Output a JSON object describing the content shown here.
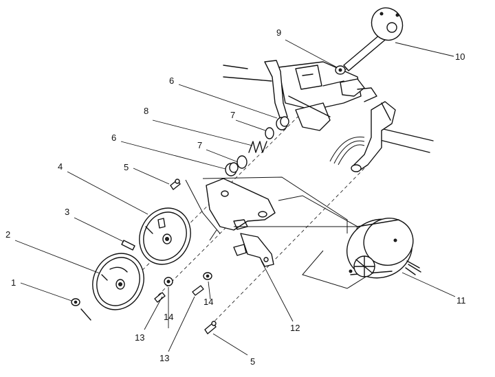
{
  "callouts": [
    {
      "id": "c1",
      "text": "1"
    },
    {
      "id": "c2",
      "text": "2"
    },
    {
      "id": "c3",
      "text": "3"
    },
    {
      "id": "c4",
      "text": "4"
    },
    {
      "id": "c5a",
      "text": "5"
    },
    {
      "id": "c5b",
      "text": "5"
    },
    {
      "id": "c6a",
      "text": "6"
    },
    {
      "id": "c6b",
      "text": "6"
    },
    {
      "id": "c7a",
      "text": "7"
    },
    {
      "id": "c7b",
      "text": "7"
    },
    {
      "id": "c8",
      "text": "8"
    },
    {
      "id": "c9",
      "text": "9"
    },
    {
      "id": "c10",
      "text": "10"
    },
    {
      "id": "c11",
      "text": "11"
    },
    {
      "id": "c12",
      "text": "12"
    },
    {
      "id": "c13a",
      "text": "13"
    },
    {
      "id": "c13b",
      "text": "13"
    },
    {
      "id": "c14a",
      "text": "14"
    },
    {
      "id": "c14b",
      "text": "14"
    }
  ]
}
